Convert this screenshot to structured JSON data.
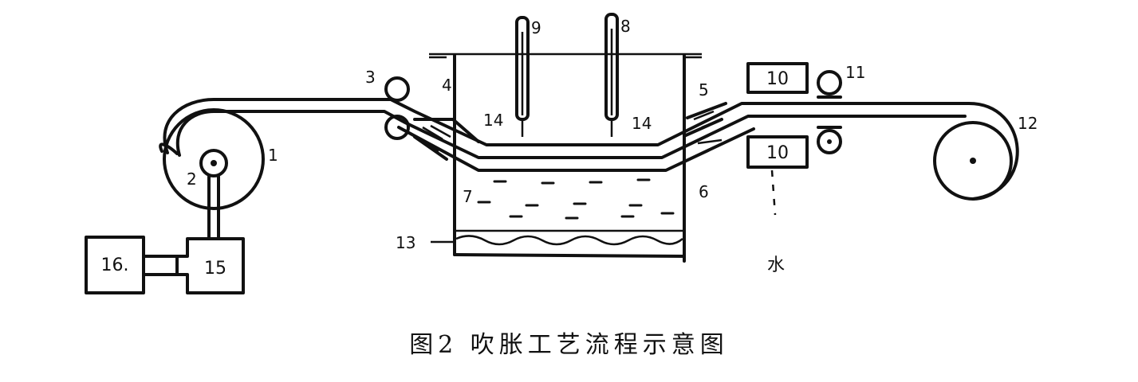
{
  "labels": {
    "n1": "1",
    "n2": "2",
    "n3": "3",
    "n4": "4",
    "n5": "5",
    "n6": "6",
    "n7": "7",
    "n8": "8",
    "n9": "9",
    "n10a": "10",
    "n10b": "10",
    "n11": "11",
    "n12": "12",
    "n13": "13",
    "n14a": "14",
    "n14b": "14",
    "n15": "15",
    "n16": "16."
  },
  "water_label": "水",
  "caption": "图2 吹胀工艺流程示意图"
}
